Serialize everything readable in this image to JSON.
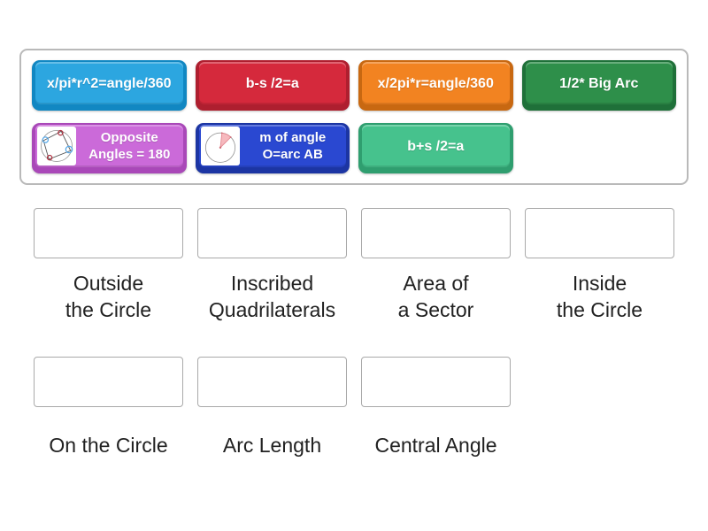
{
  "page": {
    "background": "#ffffff"
  },
  "tray": {
    "tiles": [
      {
        "label": "x/pi*r^2=angle/360",
        "face": "#2ca6e0",
        "edge": "#1187c2"
      },
      {
        "label": "b-s /2=a",
        "face": "#d5293c",
        "edge": "#ae1f2f"
      },
      {
        "label": "x/2pi*r=angle/360",
        "face": "#f28321",
        "edge": "#c86811"
      },
      {
        "label": "1/2* Big Arc",
        "face": "#2e8f4a",
        "edge": "#1f7039"
      },
      {
        "label": "Opposite\nAngles = 180",
        "face": "#cb6ad9",
        "edge": "#a948b8",
        "icon": "inscribed-quadrilateral-diagram"
      },
      {
        "label": "m of angle\nO=arc AB",
        "face": "#2a48d1",
        "edge": "#1c35a3",
        "icon": "central-angle-sector-diagram"
      },
      {
        "label": "b+s /2=a",
        "face": "#46c28d",
        "edge": "#2f9e6f"
      }
    ]
  },
  "targets": {
    "row1": [
      {
        "label": "Outside\nthe Circle"
      },
      {
        "label": "Inscribed\nQuadrilaterals"
      },
      {
        "label": "Area of\na Sector"
      },
      {
        "label": "Inside\nthe Circle"
      }
    ],
    "row2": [
      {
        "label": "On the Circle"
      },
      {
        "label": "Arc Length"
      },
      {
        "label": "Central Angle"
      }
    ]
  }
}
